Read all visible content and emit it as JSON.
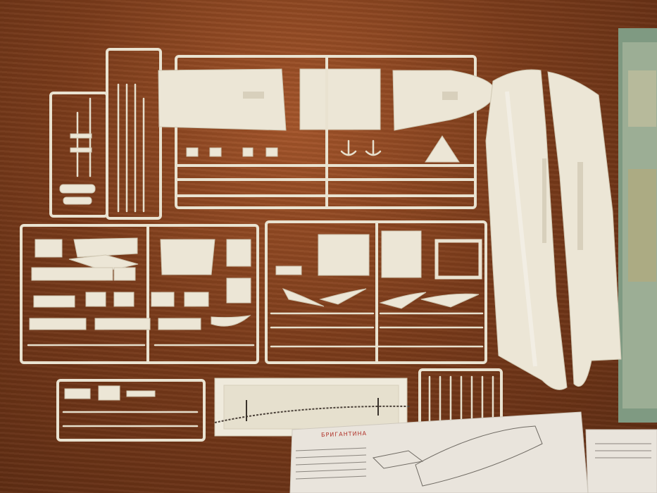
{
  "scene": {
    "description_items": [
      "sprue-frames",
      "hull-halves",
      "display-base",
      "instruction-sheet",
      "box-lid"
    ]
  },
  "instruction_sheet": {
    "title": "БРИГАНТИНА"
  },
  "colors": {
    "table": "#7a3b1a",
    "plastic": "#ece6d6",
    "paper": "#e9e4dc"
  }
}
